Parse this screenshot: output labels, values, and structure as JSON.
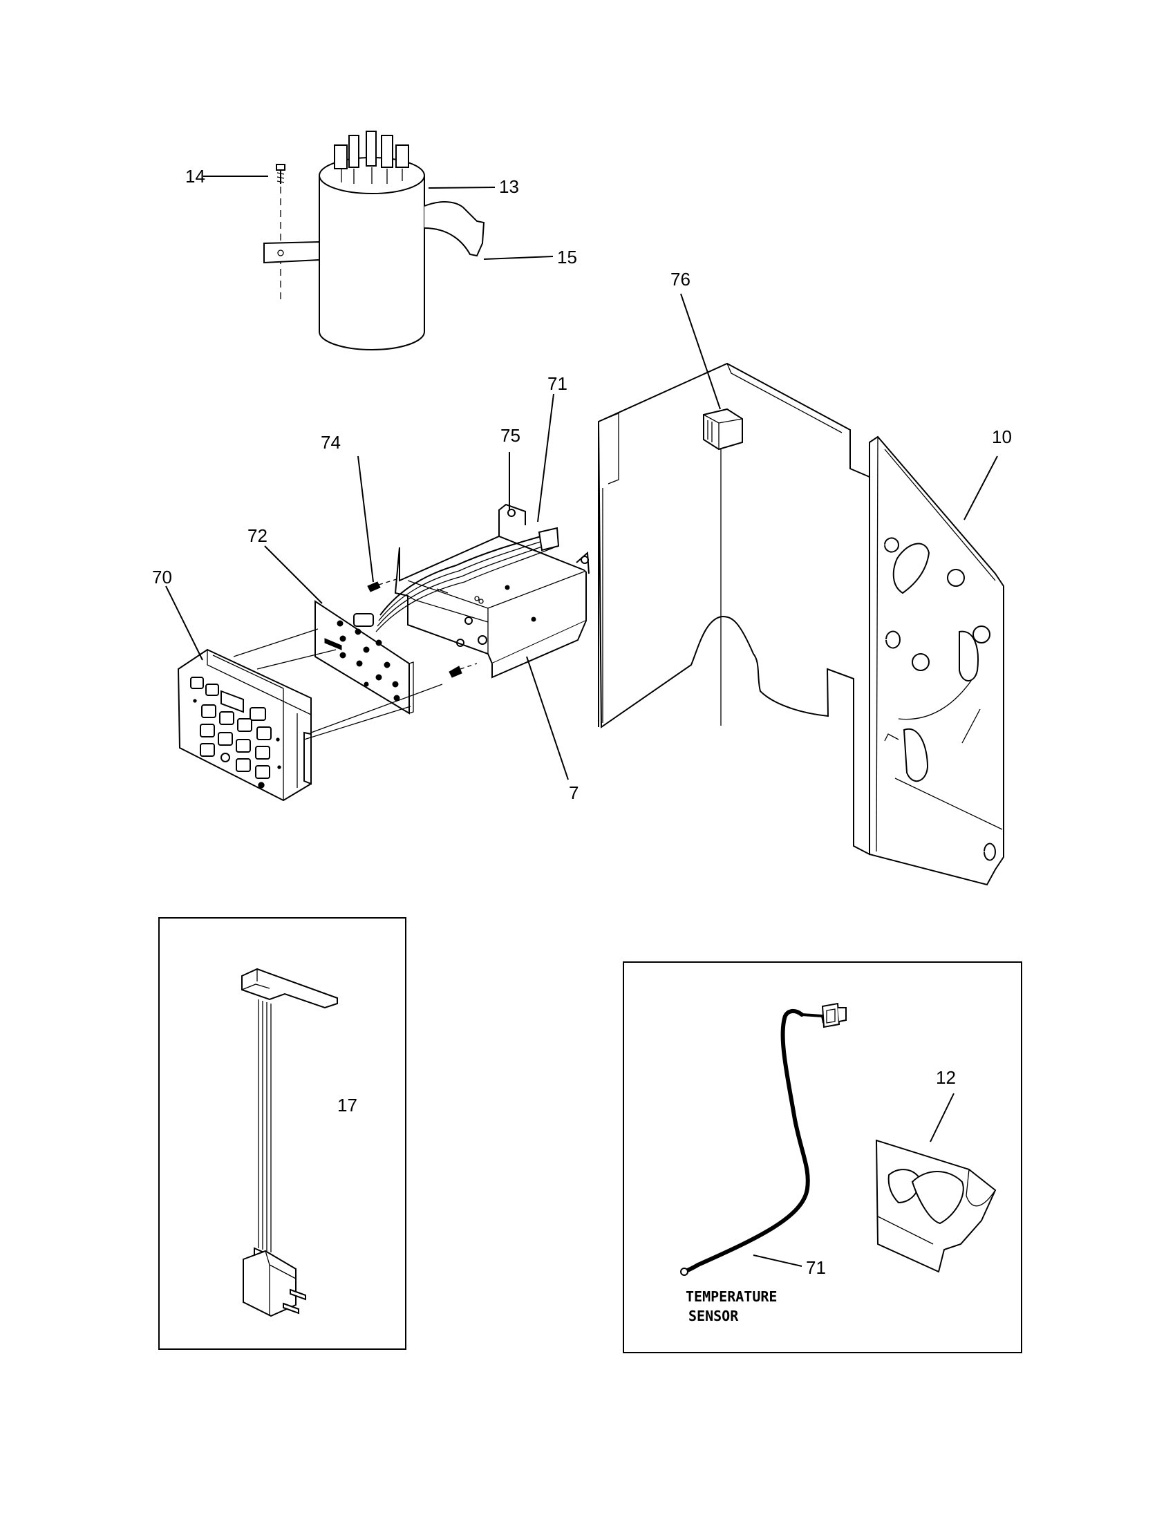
{
  "callouts": {
    "c14": "14",
    "c13": "13",
    "c15": "15",
    "c76": "76",
    "c71_top": "71",
    "c75": "75",
    "c74": "74",
    "c10": "10",
    "c72": "72",
    "c70": "70",
    "c7": "7",
    "c17": "17",
    "c12": "12",
    "c71_bottom": "71"
  },
  "captions": {
    "sensor_line1": "TEMPERATURE",
    "sensor_line2": "SENSOR"
  }
}
